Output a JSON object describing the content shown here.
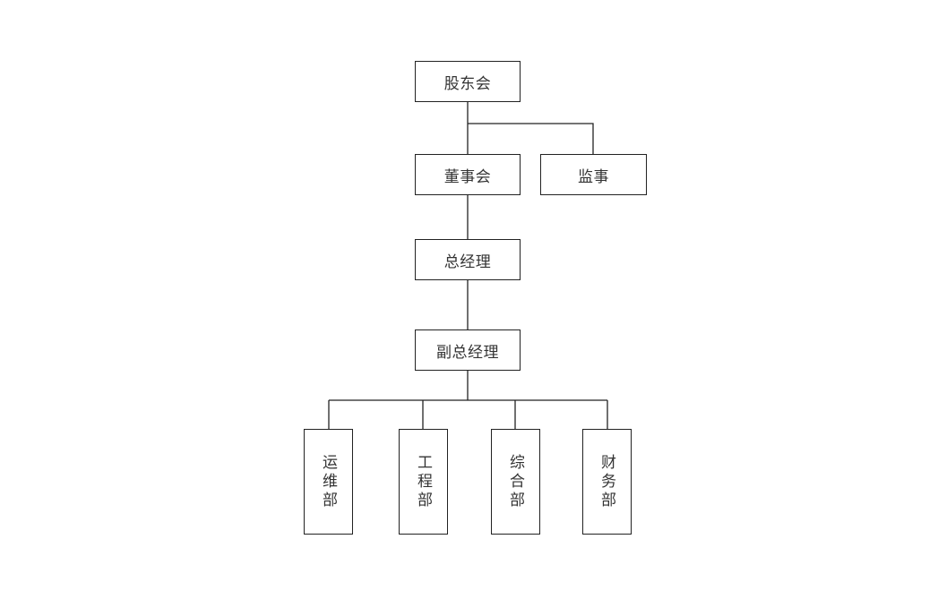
{
  "diagram": {
    "type": "org-chart",
    "nodes": {
      "shareholders": "股东会",
      "board": "董事会",
      "supervisor": "监事",
      "general_manager": "总经理",
      "deputy_general_manager": "副总经理",
      "operations_dept": "运维部",
      "engineering_dept": "工程部",
      "general_affairs_dept": "综合部",
      "finance_dept": "财务部"
    },
    "edges": [
      [
        "shareholders",
        "board"
      ],
      [
        "shareholders",
        "supervisor"
      ],
      [
        "board",
        "general_manager"
      ],
      [
        "general_manager",
        "deputy_general_manager"
      ],
      [
        "deputy_general_manager",
        "operations_dept"
      ],
      [
        "deputy_general_manager",
        "engineering_dept"
      ],
      [
        "deputy_general_manager",
        "general_affairs_dept"
      ],
      [
        "deputy_general_manager",
        "finance_dept"
      ]
    ],
    "colors": {
      "line": "#222222",
      "text": "#333333",
      "background": "#ffffff"
    }
  }
}
